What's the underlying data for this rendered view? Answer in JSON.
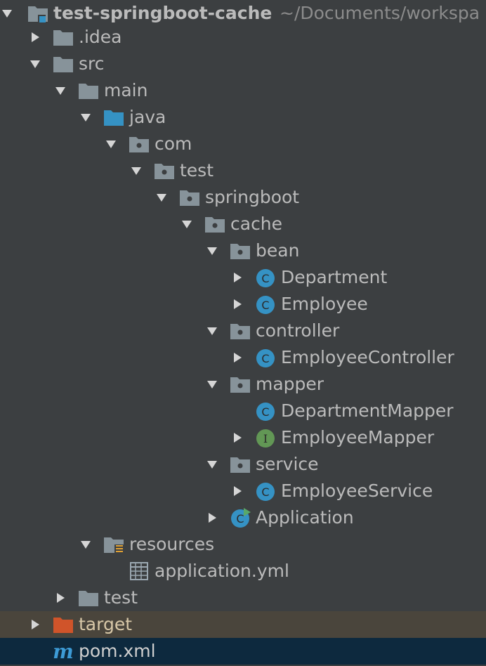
{
  "project_view": {
    "root": {
      "name": "test-springboot-cache",
      "path": "~/Documents/workspa"
    },
    "items": [
      {
        "label": ".idea",
        "icon": "folder-icon",
        "expanded": false
      },
      {
        "label": "src",
        "icon": "folder-icon",
        "expanded": true
      },
      {
        "label": "main",
        "icon": "folder-icon",
        "expanded": true
      },
      {
        "label": "java",
        "icon": "source-folder-icon",
        "expanded": true
      },
      {
        "label": "com",
        "icon": "package-icon",
        "expanded": true
      },
      {
        "label": "test",
        "icon": "package-icon",
        "expanded": true
      },
      {
        "label": "springboot",
        "icon": "package-icon",
        "expanded": true
      },
      {
        "label": "cache",
        "icon": "package-icon",
        "expanded": true
      },
      {
        "label": "bean",
        "icon": "package-icon",
        "expanded": true
      },
      {
        "label": "Department",
        "icon": "class-icon",
        "expanded": false
      },
      {
        "label": "Employee",
        "icon": "class-icon",
        "expanded": false
      },
      {
        "label": "controller",
        "icon": "package-icon",
        "expanded": true
      },
      {
        "label": "EmployeeController",
        "icon": "class-icon",
        "expanded": false
      },
      {
        "label": "mapper",
        "icon": "package-icon",
        "expanded": true
      },
      {
        "label": "DepartmentMapper",
        "icon": "class-icon"
      },
      {
        "label": "EmployeeMapper",
        "icon": "interface-icon",
        "expanded": false
      },
      {
        "label": "service",
        "icon": "package-icon",
        "expanded": true
      },
      {
        "label": "EmployeeService",
        "icon": "class-icon",
        "expanded": false
      },
      {
        "label": "Application",
        "icon": "spring-boot-class-icon",
        "expanded": false
      },
      {
        "label": "resources",
        "icon": "resources-folder-icon",
        "expanded": true
      },
      {
        "label": "application.yml",
        "icon": "yaml-file-icon"
      },
      {
        "label": "test",
        "icon": "folder-icon",
        "expanded": false
      },
      {
        "label": "target",
        "icon": "excluded-folder-icon",
        "expanded": false
      },
      {
        "label": "pom.xml",
        "icon": "maven-icon"
      }
    ]
  },
  "colors": {
    "background": "#3c3f41",
    "text": "#bbbbbb",
    "folder": "#87939a",
    "source_folder": "#3592c4",
    "class_icon": "#3592c4",
    "interface_icon": "#629755",
    "excluded_folder": "#d0542a",
    "target_row": "#4a453c",
    "selected_row": "#0d293e",
    "maven": "#3d9bd6"
  }
}
